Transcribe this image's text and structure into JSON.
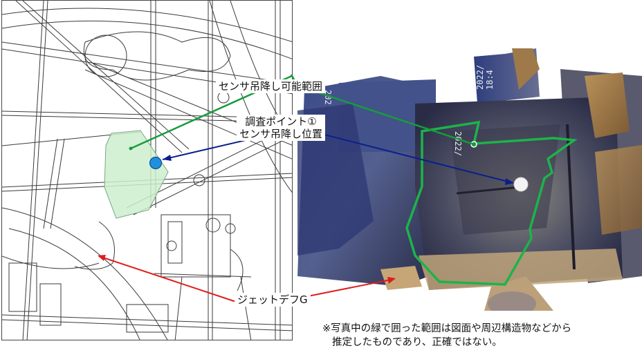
{
  "labels": {
    "sensor_range": "センサ吊降し可能範囲",
    "survey_point_line1": "調査ポイント①",
    "survey_point_line2": "センサ吊降し位置",
    "jet_deflector": "ジェットデフG"
  },
  "photo_stamps": {
    "stamp_a": "2022/",
    "stamp_b": "18:4",
    "stamp_c": "2022/",
    "stamp_d": "202"
  },
  "footnote": {
    "line1": "※写真中の緑で囲った範囲は図面や周辺構造物などから",
    "line2": "推定したものであり、正確ではない。"
  },
  "colors": {
    "range_outline": "#1db34a",
    "range_fill": "#cdeecf",
    "survey_point_marker": "#1f8fe0",
    "pointer_blue": "#0a1f8c",
    "pointer_red": "#e01b1b",
    "pointer_green": "#159d3a"
  }
}
